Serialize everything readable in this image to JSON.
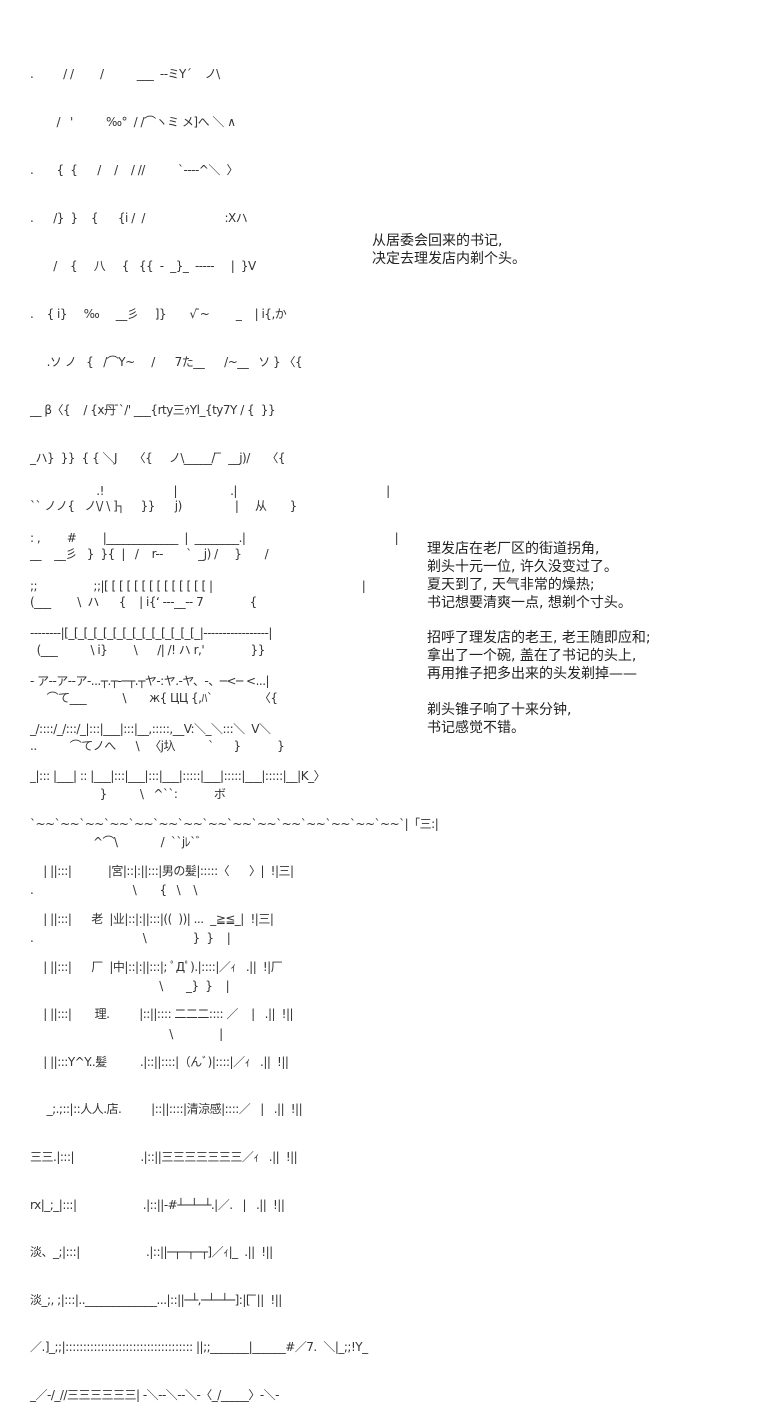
{
  "art_top": {
    "description": "ASCII/AA art of a middle-aged man scratching his head",
    "lines": [
      ".         / /        /          ___  --ミY´    ノ\\",
      "        /   '          ‰°  / /⌒ヽミ メ]へ ＼ ∧",
      ".       {  {      /    /    / //          `‐‐‐‐^＼  〉",
      ".      /}  }    {      {i /  /                        :Xハ",
      "       /    {     八     {   {{  -  _}_  -----     |  }V",
      ".    { i}     ‰     __彡     ]}       √ ̄~        _    | i{,か",
      "     .ソ ノ   {   /⌒Y~     /      7た__      /~__   ソ } 〈{",
      "__ β〈{    / {x丹 ̄`/' ___{rty三ｩYl_{ty7Y / {  }}",
      "_ハ}  }}  { { ＼J     〈{     ノ\\_____/ ̄ ̄  __j)/     〈{",
      "`` ノノ{   ノ\\/ \\ ]┐     }}      j)                |     从       }",
      "__    __彡   }  }{  |   /    r--       `  _j) /     }       /",
      "(___        \\  ハ      {    | i{‘ ---__-- 7              {",
      "  (___          \\ i}        \\      /| /! ハ r,'              }}",
      "     ⌒て___           \\       ж{ ЦЦ {,ﾊ`              〈{",
      "..          ⌒てノへ      \\   〈j圦          `      }           }",
      "                     }          \\   ^``:           ボ",
      "                   ^⌒\\             /  ``jﾚ`゛",
      ".                              \\       {   \\    \\",
      ".                                 \\              }  }    |",
      "                                       \\       _}  }    |",
      "                                          \\              |"
    ]
  },
  "narration_1": {
    "lines": [
      "从居委会回来的书记,",
      "决定去理发店内剃个头。"
    ]
  },
  "art_bottom": {
    "description": "ASCII/AA art of an old barber shop storefront",
    "shop_signs": [
      "宮",
      "业",
      "中",
      "男の髪",
      "清涼感",
      "老厂理髪店"
    ],
    "lines": [
      "                    .!                     |                .|                                             |",
      ": ,        #        |_____________  |  ________.|                                             |",
      ";;                 ;;|[ [ [ [ [ [ [ [ [ [ [ [ [ [ |                                             |",
      "--------|[_[_[_[_[_[_[_[_[_[_[_[_[_[_|-----------------|",
      "- ア--ア--ア-...┬.┬-─┬.┬ヤ-:ヤ.-ヤ、-、─<─ <...|",
      "_/::::/_/:::/_|:::|___|:::|__,:::::,__V:＼_＼:::＼  V＼",
      "_|::: |___| :: |___|:::|___|:::|___|:::::|___|:::::|___|:::::|__|K_〉",
      "`~~`~~`~~`~~`~~`~~`~~`~~`~~`~~`~~`~~`~~`~~`~~`|「三:|",
      "    | ||:::|           |宮|::|:||:::|男の髪|:::::〈      〉|  !|三|",
      "    | ||:::|      老  |业|::|:||:::|((  ))| ...  _≧≦_|  !|三|",
      "    | ||:::|      厂  |中|::|:||:::|; ﾟДﾟ).|::::|／ｨ   .||  !|厂",
      "    | ||:::|       理.         |::||:::: 二二二:::: ／    |   .||  !||",
      "    | ||:::Y^Y..髪          .|::||::::|（んﾞ)|::::|／ｨ   .||  !||",
      "     _;.;::|::人人.店.         |::||::::|清涼感|::::／   |   .||  !||",
      "三三.|:::|                    .|::||三三三三三三三／ｨ   .||  !||",
      "rx|_;_|:::|                    .|::||-#┴─┴─┴.|／.   |   .||  !||",
      "淡、_;|:::|                    .|::||─┬─┬─┬]／ｨ|_  .||  !||",
      "淡_;, ;|:::|.._____________...|::||─┴,─┴─┴─]:|[ ̄ ̄||  !||",
      "／.]_;;|:::::::::::::::::::::::::::::::::::: ||;;_______|______#／7.  ＼|_;;!Y_",
      "_／‐/_//三三三三三三| -＼--＼--＼-〈_/_____〉-＼-"
    ]
  },
  "narration_2": {
    "lines": [
      "理发店在老厂区的街道拐角,",
      "剃头十元一位, 许久没变过了。",
      "夏天到了, 天气非常的燥热;",
      "书记想要清爽一点, 想剃个寸头。"
    ]
  },
  "narration_3": {
    "lines": [
      "招呼了理发店的老王, 老王随即应和;",
      "拿出了一个碗, 盖在了书记的头上,",
      "再用推子把多出来的头发剃掉——"
    ]
  },
  "narration_4": {
    "lines": [
      "剃头锥子响了十来分钟,",
      "书记感觉不错。"
    ]
  }
}
